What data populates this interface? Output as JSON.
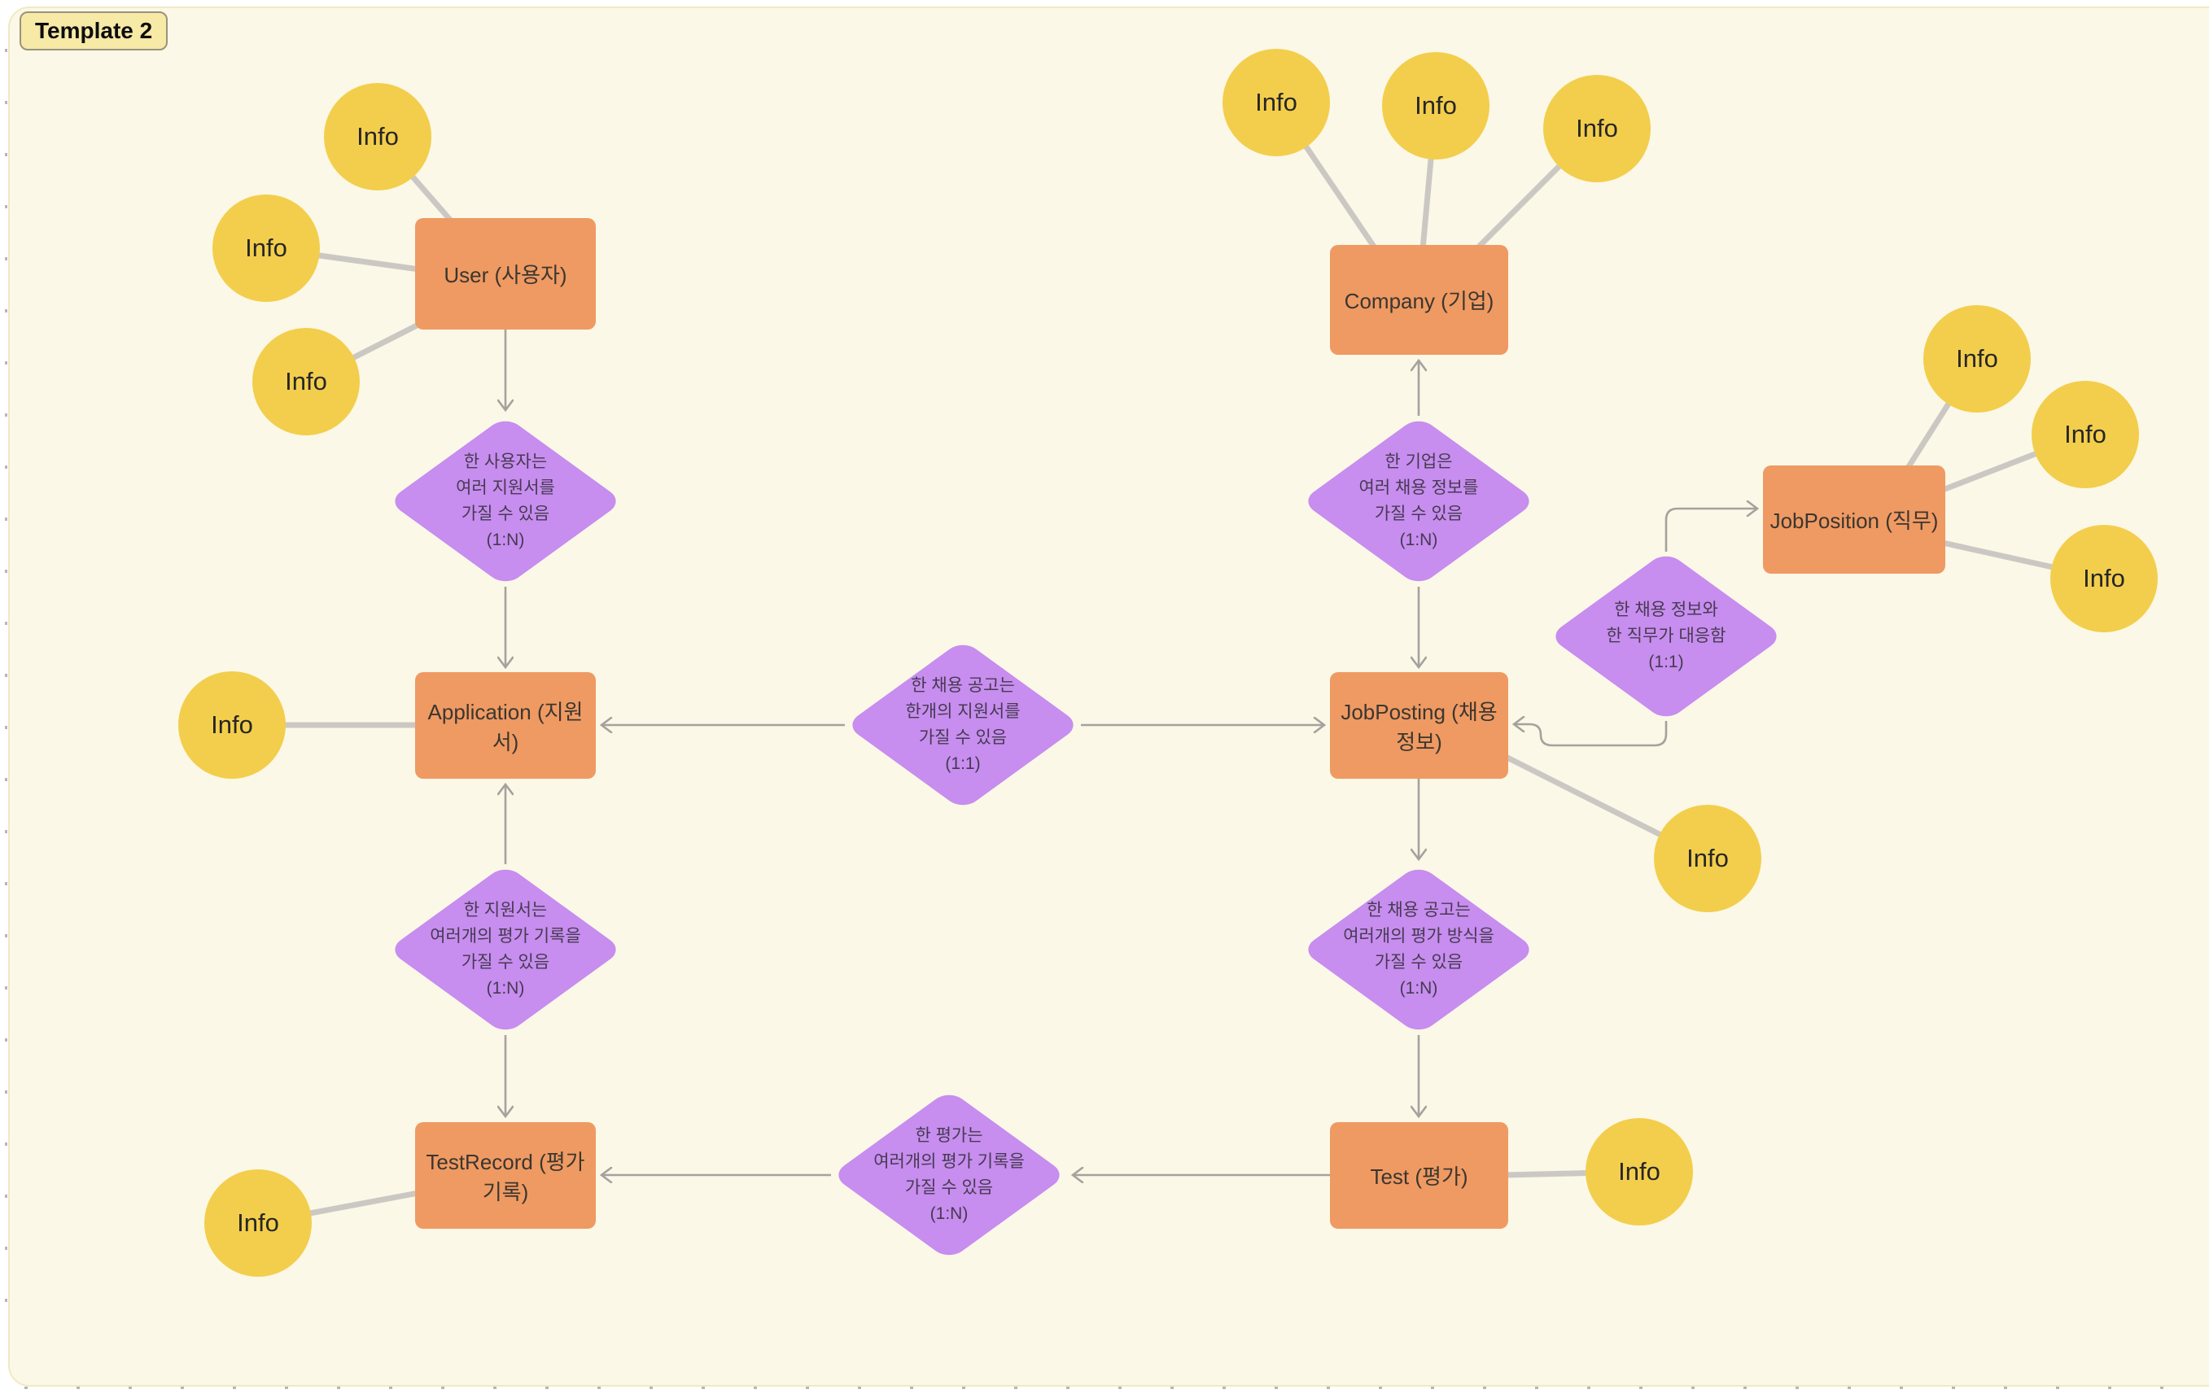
{
  "page": {
    "badge_label": "Template 2"
  },
  "colors": {
    "entity": "#EF9A62",
    "relationship": "#C78DEF",
    "attribute": "#F3CE4C",
    "canvas": "#FBF8E7",
    "connector": "#CBC8C4",
    "arrow": "#A5A29E"
  },
  "entities": {
    "user": {
      "label": "User (사용자)"
    },
    "company": {
      "label": "Company (기업)"
    },
    "job_position": {
      "label": "JobPosition (직무)"
    },
    "application": {
      "label": "Application (지원서)"
    },
    "job_posting": {
      "label": "JobPosting (채용 정보)"
    },
    "test_record": {
      "label": "TestRecord (평가 기록)"
    },
    "test": {
      "label": "Test (평가)"
    }
  },
  "relationships": {
    "user_has_applications": {
      "label": "한 사용자는\n여러 지원서를\n가질 수 있음\n(1:N)",
      "cardinality": "1:N"
    },
    "company_has_jobpostings": {
      "label": "한 기업은\n여러 채용 정보를\n가질 수 있음\n(1:N)",
      "cardinality": "1:N"
    },
    "jobposting_has_application": {
      "label": "한 채용 공고는\n한개의 지원서를\n가질 수 있음\n(1:1)",
      "cardinality": "1:1"
    },
    "jobposting_maps_jobposition": {
      "label": "한 채용 정보와\n한 직무가 대응함\n(1:1)",
      "cardinality": "1:1"
    },
    "application_has_testrecords": {
      "label": "한 지원서는\n여러개의 평가 기록을\n가질 수 있음\n(1:N)",
      "cardinality": "1:N"
    },
    "jobposting_has_tests": {
      "label": "한 채용 공고는\n여러개의 평가 방식을\n가질 수 있음\n(1:N)",
      "cardinality": "1:N"
    },
    "test_has_testrecords": {
      "label": "한 평가는\n여러개의 평가 기록을\n가질 수 있음\n(1:N)",
      "cardinality": "1:N"
    }
  },
  "attributes": {
    "label": "Info"
  }
}
